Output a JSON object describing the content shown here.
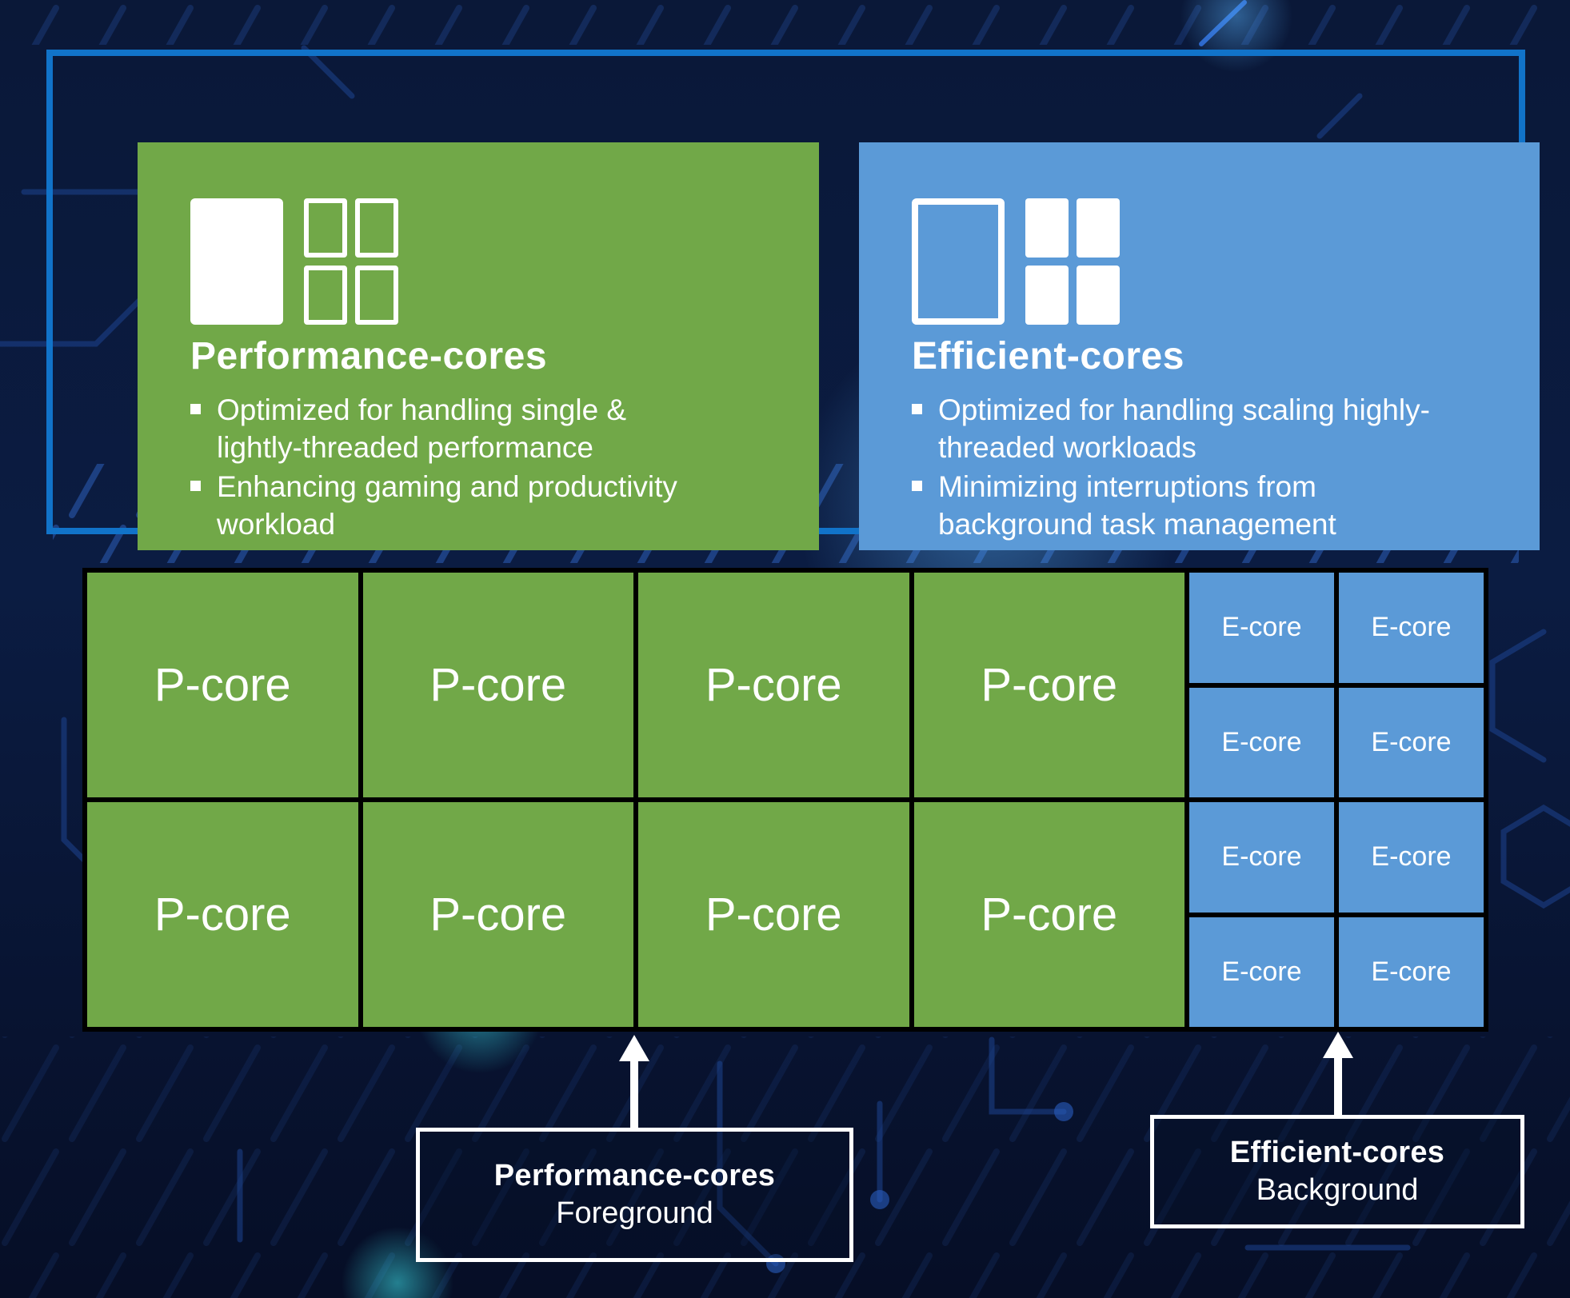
{
  "overview": {
    "performance": {
      "title": "Performance-cores",
      "bullets": [
        {
          "lines": [
            "Optimized for handling single &",
            "lightly-threaded performance"
          ]
        },
        {
          "lines": [
            "Enhancing gaming and productivity",
            "workload"
          ]
        }
      ]
    },
    "efficient": {
      "title": "Efficient-cores",
      "bullets": [
        {
          "lines": [
            "Optimized for handling scaling highly-",
            "threaded workloads"
          ]
        },
        {
          "lines": [
            "Minimizing interruptions from",
            "background task management"
          ]
        }
      ]
    }
  },
  "die": {
    "p_core_label": "P-core",
    "e_core_label": "E-core",
    "p_core_count": 8,
    "e_core_count": 8
  },
  "callouts": {
    "performance": {
      "title": "Performance-cores",
      "subtitle": "Foreground"
    },
    "efficient": {
      "title": "Efficient-cores",
      "subtitle": "Background"
    }
  },
  "colors": {
    "p_core_green": "#71A848",
    "e_core_blue": "#5B9AD7",
    "panel_border_blue": "#1173C9",
    "grid_line_black": "#000000",
    "background_navy": "#0A1838",
    "text_white": "#FFFFFF"
  }
}
